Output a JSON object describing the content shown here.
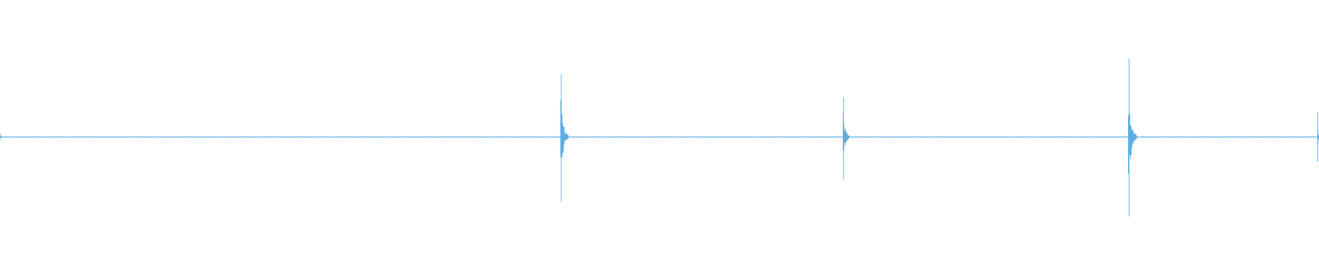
{
  "colors": {
    "waveform": "#5aaee4",
    "background": "#ffffff"
  },
  "chart_data": {
    "type": "line",
    "title": "",
    "xlabel": "",
    "ylabel": "",
    "xlim": [
      0,
      1
    ],
    "ylim": [
      -1,
      1
    ],
    "grid": false,
    "legend": "none",
    "series": [
      {
        "transients": [
          {
            "t": 0.0,
            "peak_pos": 0.03,
            "peak_neg": -0.03,
            "decay": 0.004
          },
          {
            "t": 0.4255,
            "peak_pos": 0.46,
            "peak_neg": -0.47,
            "decay": 0.006
          },
          {
            "t": 0.6395,
            "peak_pos": 0.29,
            "peak_neg": -0.31,
            "decay": 0.005
          },
          {
            "t": 0.856,
            "peak_pos": 0.57,
            "peak_neg": -0.58,
            "decay": 0.007
          },
          {
            "t": 0.999,
            "peak_pos": 0.18,
            "peak_neg": -0.18,
            "decay": 0.0005
          }
        ],
        "noise_floor": 0.004
      }
    ]
  }
}
